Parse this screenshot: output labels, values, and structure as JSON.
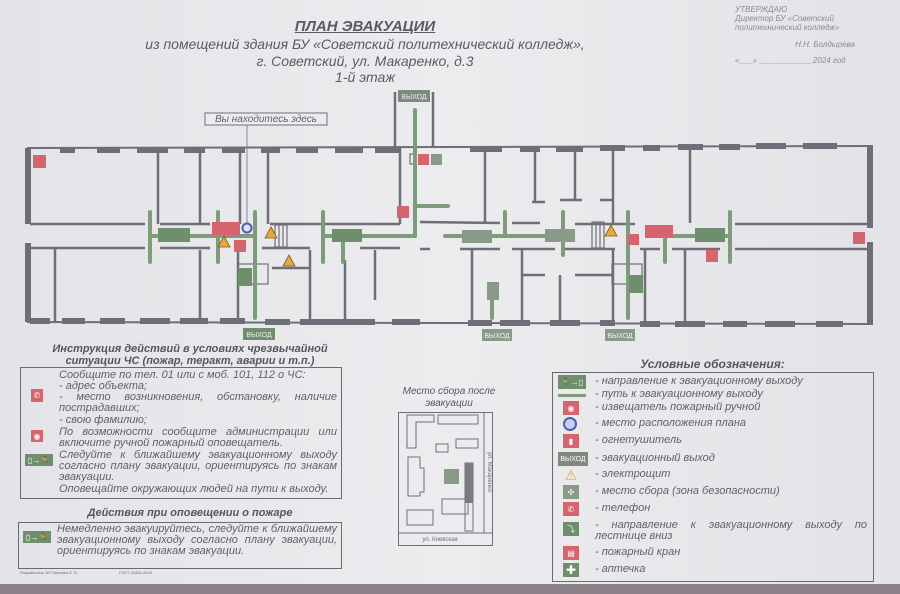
{
  "header": {
    "title": "ПЛАН ЭВАКУАЦИИ",
    "subtitle_1": "из помещений здания БУ «Советский политехнический колледж»,",
    "subtitle_2": "г. Советский, ул. Макаренко, д.3",
    "floor": "1-й этаж"
  },
  "approval": {
    "line1": "УТВЕРЖДАЮ",
    "line2": "Директор БУ «Советский",
    "line3": "политехнический колледж»",
    "name": "Н.Н. Болдырева",
    "date": "«___» ____________2024 год"
  },
  "plan": {
    "you_are_here": "Вы находитесь здесь",
    "exit_label": "ВЫХОД"
  },
  "instructions": {
    "title": "Инструкция действий в условиях чрезвычайной ситуации ЧС (пожар, теракт, аварии и т.п.)",
    "call": "Сообщите по тел. 01 или с моб. 101, 112 о ЧС:",
    "item1": "- адрес объекта;",
    "item2": "- место возникновения, обстановку, наличие пострадавших;",
    "item3": "- свою фамилию;",
    "notify": "По возможности сообщите администрации или включите ручной пожарный оповещатель.",
    "follow": "Следуйте к ближайшему эвакуационному выходу согласно плану эвакуации, ориентируясь по знакам эвакуации.",
    "warn": "Оповещайте окружающих людей на пути к выходу."
  },
  "fire_actions": {
    "title": "Действия при оповещении о пожаре",
    "text": "Немедленно эвакуируйтесь, следуйте к ближайшему эвакуационному выходу согласно плану эвакуации, ориентируясь по знакам эвакуации."
  },
  "assembly": {
    "title": "Место сбора после эвакуации",
    "street_1": "ул. Макаренко",
    "street_2": "ул. Киевская"
  },
  "legend": {
    "title": "Условные обозначения:",
    "items": [
      {
        "icon": "exit-direction-icon",
        "label": "- направление к эвакуационному выходу"
      },
      {
        "icon": "evacuation-path-icon",
        "label": "- путь к эвакуационному выходу"
      },
      {
        "icon": "manual-fire-alarm-icon",
        "label": "- извещатель пожарный ручной"
      },
      {
        "icon": "plan-location-icon",
        "label": "- место расположения плана"
      },
      {
        "icon": "fire-extinguisher-icon",
        "label": "- огнетушитель"
      },
      {
        "icon": "exit-sign-icon",
        "label": "- эвакуационный выход",
        "icon_text": "ВЫХОД"
      },
      {
        "icon": "electrical-panel-icon",
        "label": "- электрощит"
      },
      {
        "icon": "assembly-point-icon",
        "label": "- место сбора (зона безопасности)"
      },
      {
        "icon": "phone-icon",
        "label": "- телефон"
      },
      {
        "icon": "stairs-down-exit-icon",
        "label": "- направление к эвакуационному выходу по лестнице вниз"
      },
      {
        "icon": "fire-hydrant-icon",
        "label": "- пожарный кран"
      },
      {
        "icon": "first-aid-icon",
        "label": "- аптечка"
      }
    ]
  },
  "footer": {
    "developer": "Разработчик: ИП Березюк Е. В.",
    "standard": "ГОСТ 34428-2018"
  },
  "colors": {
    "evac_green": "#6f8f6c",
    "fire_red": "#d6646e",
    "wall_gray": "#6e6e78",
    "warning_yellow": "#e8a93a",
    "plan_blue": "#4a5fb0"
  }
}
